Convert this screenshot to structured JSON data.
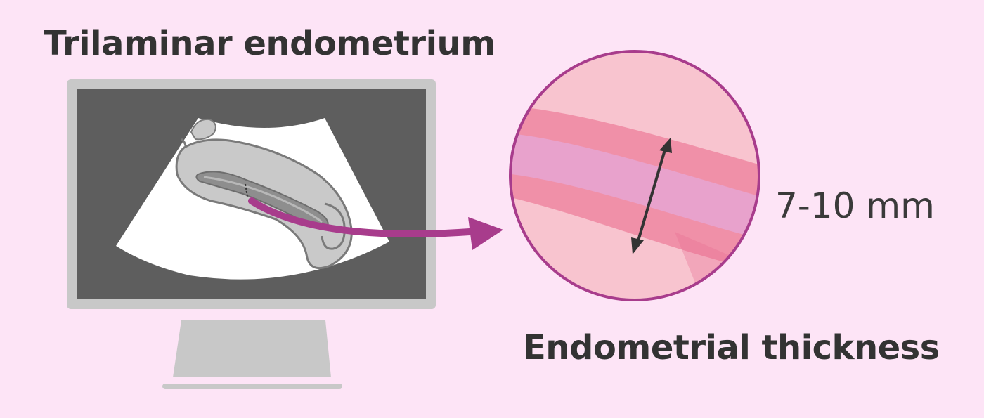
{
  "labels": {
    "left_title": "Trilaminar endometrium",
    "thickness_value": "7-10 mm",
    "right_title": "Endometrial thickness"
  },
  "colors": {
    "background": "#fde4f6",
    "monitor_frame": "#c8c8c8",
    "screen": "#5e5e5e",
    "ultrasound_fan": "#ffffff",
    "uterus_fill": "#c9c9c9",
    "uterus_outline": "#7a7a7a",
    "arrow": "#a83c8c",
    "circle_outline": "#a83c8c",
    "circle_base": "#f8c4cf",
    "outer_layer": "#f090a8",
    "middle_layer": "#e8a2cc",
    "measure_arrow": "#333333",
    "text": "#333333"
  },
  "icons": {
    "monitor": "monitor-icon",
    "ultrasound": "ultrasound-image",
    "zoom": "magnified-endometrium",
    "pointer": "curved-arrow-icon",
    "measure": "double-arrow-icon"
  }
}
